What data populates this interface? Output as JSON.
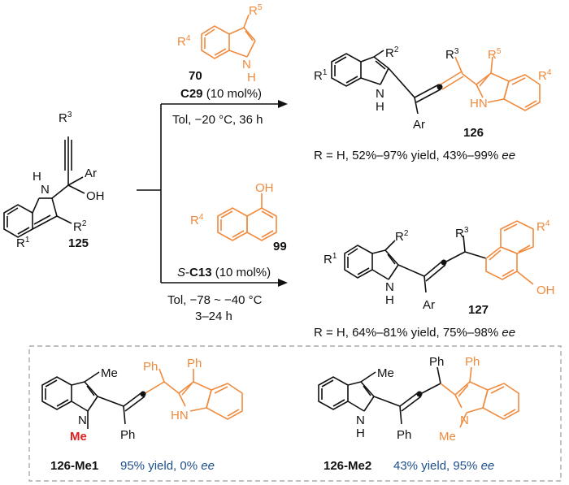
{
  "colors": {
    "orange": "#F08A3C",
    "black": "#111111",
    "blue": "#1F4E8C",
    "red": "#E02020",
    "box_border": "#AAAAAA"
  },
  "compounds": {
    "c70": {
      "id": "70",
      "r_label": "R",
      "r_sup": "4",
      "r5": "R",
      "r5_sup": "5",
      "nh": "N",
      "h": "H"
    },
    "c99": {
      "id": "99",
      "oh": "OH",
      "r_label": "R",
      "r_sup": "4"
    },
    "c125": {
      "id": "125",
      "r3": "R",
      "r3_sup": "3",
      "ar": "Ar",
      "oh": "OH",
      "r2": "R",
      "r2_sup": "2",
      "r1": "R",
      "r1_sup": "1",
      "n": "N",
      "h": "H"
    },
    "c126": {
      "id": "126",
      "r1": "R",
      "r1_sup": "1",
      "r2": "R",
      "r2_sup": "2",
      "r3": "R",
      "r3_sup": "3",
      "r5": "R",
      "r5_sup": "5",
      "r4": "R",
      "r4_sup": "4",
      "ar": "Ar",
      "n": "N",
      "h": "H",
      "hn": "HN"
    },
    "c127": {
      "id": "127",
      "r1": "R",
      "r1_sup": "1",
      "r2": "R",
      "r2_sup": "2",
      "r3": "R",
      "r3_sup": "3",
      "r4": "R",
      "r4_sup": "4",
      "ar": "Ar",
      "oh": "OH",
      "n": "N",
      "h": "H"
    }
  },
  "conditions": {
    "top_catalyst": "C29",
    "top_catalyst_load": " (10 mol%)",
    "top_conditions": "Tol, −20 °C, 36 h",
    "top_result": "R = H, 52%–97% yield, 43%–99% ",
    "bottom_catalyst_prefix": "S",
    "bottom_catalyst_dash": "-",
    "bottom_catalyst": "C13",
    "bottom_catalyst_load": " (10 mol%)",
    "bottom_conditions": "Tol, −78 ~ −40 °C",
    "bottom_time": "3–24 h",
    "bottom_result": "R = H, 64%–81% yield, 75%–98% ",
    "ee": "ee"
  },
  "box": {
    "me1": {
      "id": "126-Me1",
      "result": "95% yield, 0% ",
      "ee": "ee",
      "me": "Me",
      "ph": "Ph",
      "n": "N",
      "hn": "HN"
    },
    "me2": {
      "id": "126-Me2",
      "result": "43% yield, 95% ",
      "ee": "ee",
      "me": "Me",
      "ph": "Ph",
      "n": "N",
      "h": "H"
    }
  }
}
